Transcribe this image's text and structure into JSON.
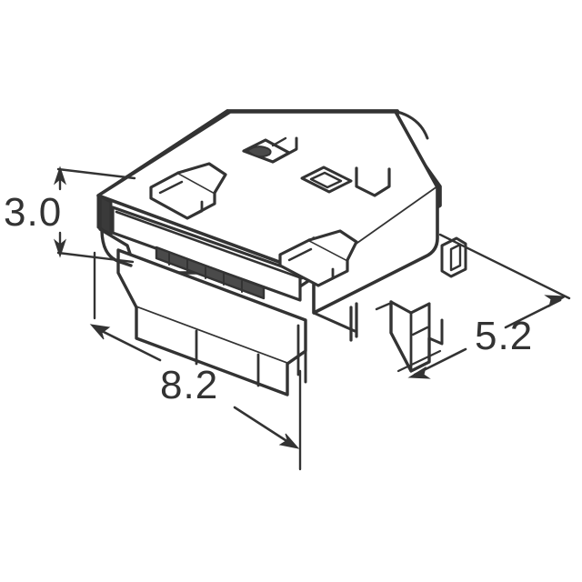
{
  "drawing": {
    "title": "Micro-USB receptacle connector isometric dimensional drawing",
    "view": "isometric",
    "background_color": "#ffffff",
    "line_color": "#333333",
    "fill_color": "#ffffff",
    "units": "mm"
  },
  "dimensions": {
    "height": {
      "value": "3.0",
      "name": "overall-height",
      "orientation": "vertical",
      "arrow_style": "double-ended"
    },
    "width": {
      "value": "8.2",
      "name": "overall-width",
      "orientation": "diagonal-down-right",
      "arrow_style": "double-ended"
    },
    "depth": {
      "value": "5.2",
      "name": "overall-depth",
      "orientation": "diagonal-up-right",
      "arrow_style": "double-ended"
    }
  },
  "features": {
    "shell_top": "top-shell-surface",
    "opening": "mating-port-opening",
    "contacts": "internal-contact-blades",
    "latch_tabs": "spring-latch-tabs",
    "dimple": "embossed-dimple",
    "slots": "rectangular-shell-slots",
    "solder_legs": "surface-mount-solder-legs",
    "side_tabs": "side-retention-tabs"
  }
}
